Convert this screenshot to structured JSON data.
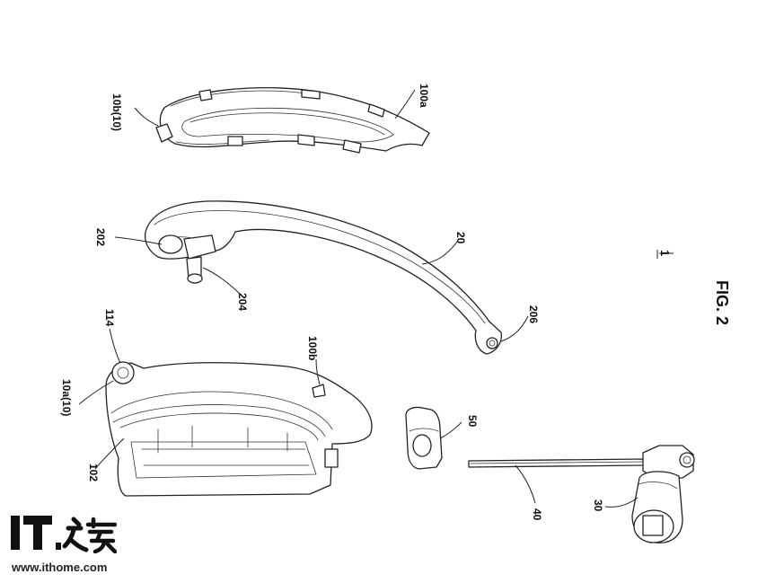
{
  "figure": {
    "title": "FIG. 2",
    "assembly_ref": "1"
  },
  "labels": {
    "l100a": "100a",
    "l10b": "10b(10)",
    "l20": "20",
    "l202": "202",
    "l204": "204",
    "l206": "206",
    "l114": "114",
    "l10a": "10a(10)",
    "l100b": "100b",
    "l102": "102",
    "l50": "50",
    "l40": "40",
    "l30": "30"
  },
  "watermark": {
    "logo_text": "IT之家",
    "url": "www.ithome.com"
  }
}
